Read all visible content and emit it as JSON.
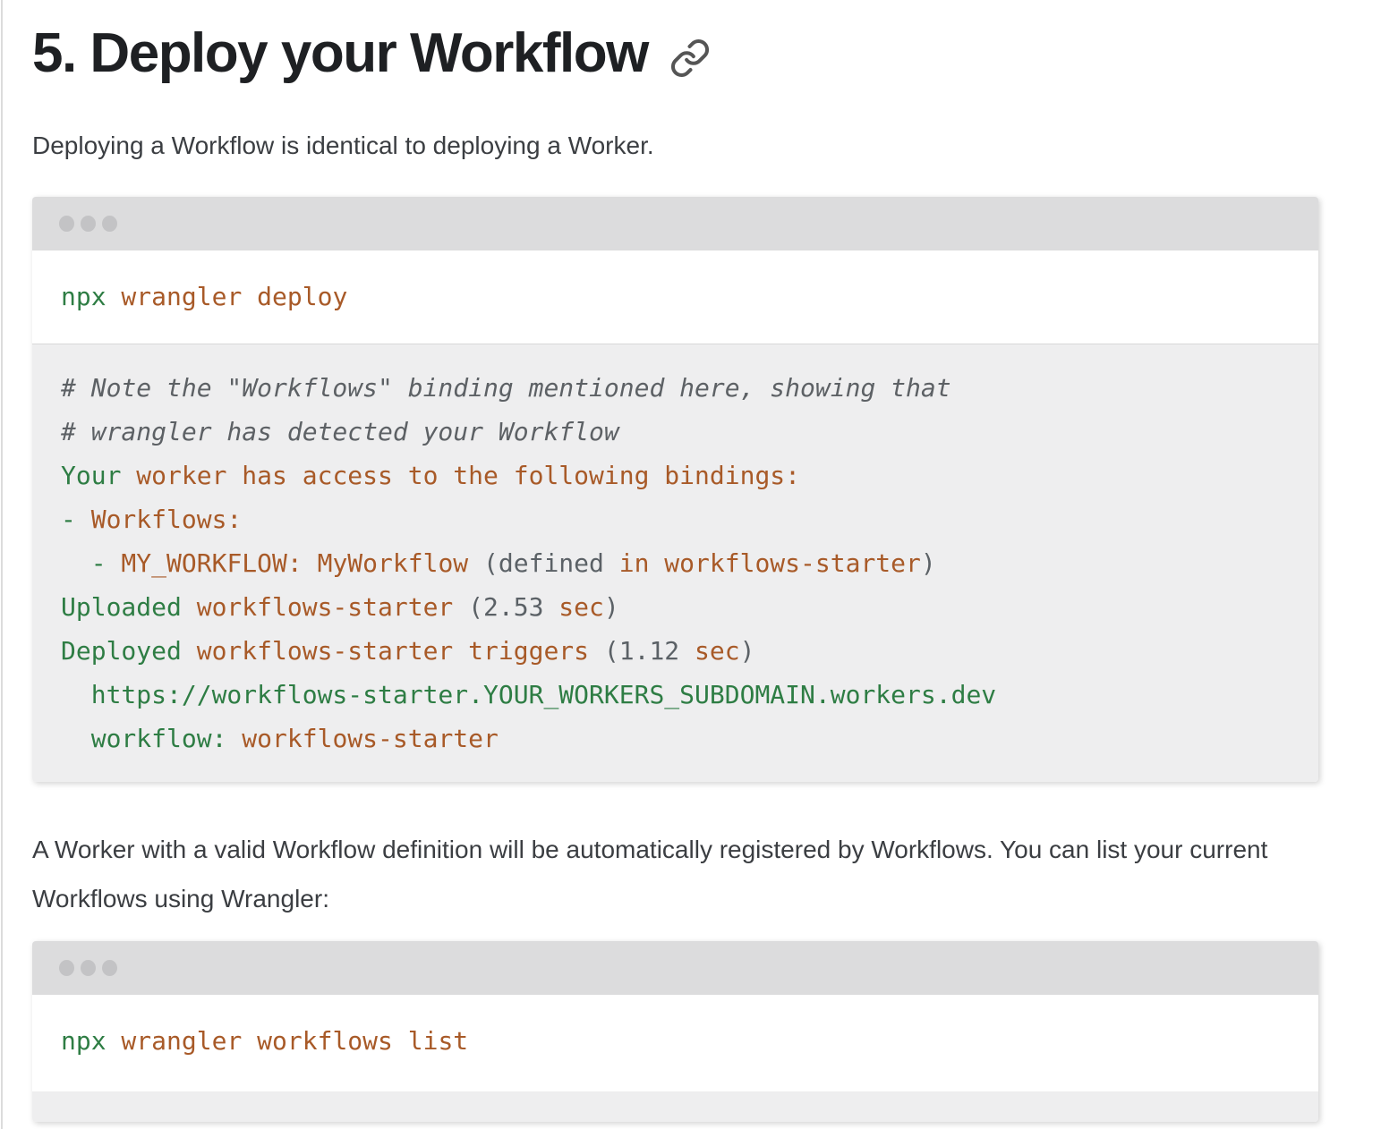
{
  "page": {
    "heading": "5. Deploy your Workflow",
    "intro": "Deploying a Workflow is identical to deploying a Worker.",
    "para2": "A Worker with a valid Workflow definition will be automatically registered by Workflows. You can list your current Workflows using Wrangler:"
  },
  "icons": {
    "heading_anchor": "link-icon",
    "terminal_dots": "window-dot-icon"
  },
  "colors": {
    "green": "#2e7d44",
    "orange": "#a85a28",
    "gray": "#5b6166",
    "comment": "#5d6165",
    "heading": "#1e2023",
    "body": "#3b3e42",
    "terminal_header_bg": "#dcdcdd",
    "terminal_dot": "#c3c3c5",
    "output_bg": "#eeeeef",
    "divider": "#d8d8d8",
    "edge": "#dcdcdc",
    "link_icon": "#555555"
  },
  "code_blocks": [
    {
      "name": "deploy-command-terminal",
      "command": [
        [
          {
            "t": "npx",
            "c": "green"
          },
          {
            "t": " wrangler deploy",
            "c": "orange"
          }
        ]
      ],
      "output": [
        [
          {
            "t": "# Note the \"Workflows\" binding mentioned here, showing that",
            "c": "comment"
          }
        ],
        [
          {
            "t": "# wrangler has detected your Workflow",
            "c": "comment"
          }
        ],
        [
          {
            "t": "Your",
            "c": "green"
          },
          {
            "t": " worker has access to the following bindings:",
            "c": "orange"
          }
        ],
        [
          {
            "t": "-",
            "c": "green"
          },
          {
            "t": " Workflows:",
            "c": "orange"
          }
        ],
        [
          {
            "t": "  ",
            "c": "plain"
          },
          {
            "t": "-",
            "c": "green"
          },
          {
            "t": " MY_WORKFLOW: MyWorkflow ",
            "c": "orange"
          },
          {
            "t": "(defined ",
            "c": "gray"
          },
          {
            "t": "in workflows-starter",
            "c": "orange"
          },
          {
            "t": ")",
            "c": "gray"
          }
        ],
        [
          {
            "t": "Uploaded",
            "c": "green"
          },
          {
            "t": " workflows-starter ",
            "c": "orange"
          },
          {
            "t": "(2.53",
            "c": "gray"
          },
          {
            "t": " sec",
            "c": "orange"
          },
          {
            "t": ")",
            "c": "gray"
          }
        ],
        [
          {
            "t": "Deployed",
            "c": "green"
          },
          {
            "t": " workflows-starter triggers ",
            "c": "orange"
          },
          {
            "t": "(1.12",
            "c": "gray"
          },
          {
            "t": " sec",
            "c": "orange"
          },
          {
            "t": ")",
            "c": "gray"
          }
        ],
        [
          {
            "t": "  https://workflows-starter.YOUR_WORKERS_SUBDOMAIN.workers.dev",
            "c": "green"
          }
        ],
        [
          {
            "t": "  workflow:",
            "c": "green"
          },
          {
            "t": " workflows-starter",
            "c": "orange"
          }
        ]
      ]
    },
    {
      "name": "workflows-list-command-terminal",
      "command": [
        [
          {
            "t": "npx",
            "c": "green"
          },
          {
            "t": " wrangler workflows list",
            "c": "orange"
          }
        ]
      ],
      "output": []
    }
  ]
}
